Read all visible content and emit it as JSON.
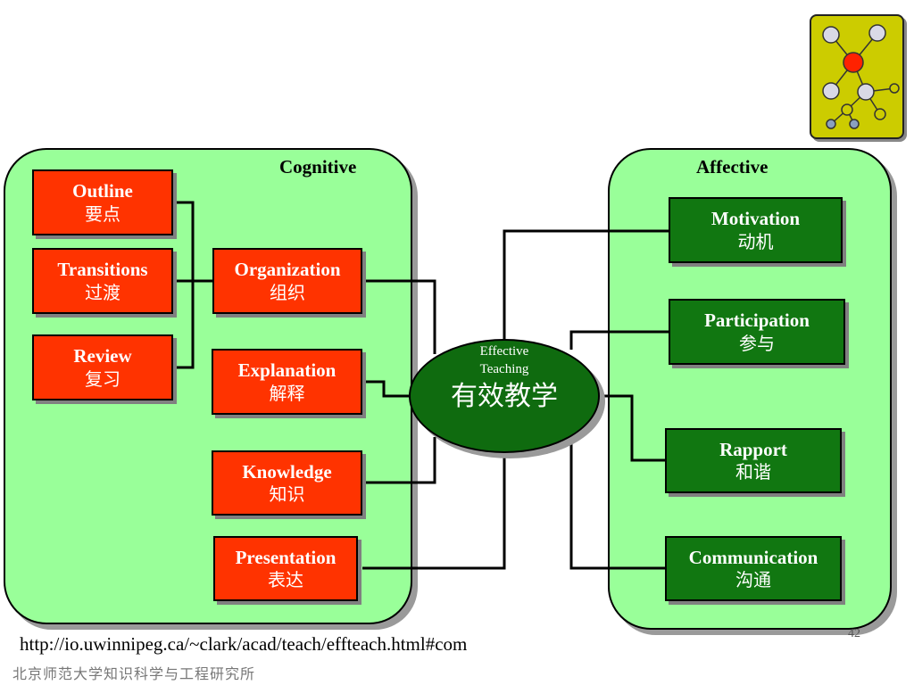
{
  "panels": {
    "cognitive": {
      "title": "Cognitive"
    },
    "affective": {
      "title": "Affective"
    }
  },
  "center": {
    "subtitle": "Effective\nTeaching",
    "title": "有效教学"
  },
  "left_boxes": [
    {
      "en": "Outline",
      "zh": "要点"
    },
    {
      "en": "Transitions",
      "zh": "过渡"
    },
    {
      "en": "Review",
      "zh": "复习"
    }
  ],
  "cognitive_boxes": [
    {
      "en": "Organization",
      "zh": "组织"
    },
    {
      "en": "Explanation",
      "zh": "解释"
    },
    {
      "en": "Knowledge",
      "zh": "知识"
    },
    {
      "en": "Presentation",
      "zh": "表达"
    }
  ],
  "affective_boxes": [
    {
      "en": "Motivation",
      "zh": "动机"
    },
    {
      "en": "Participation",
      "zh": "参与"
    },
    {
      "en": "Rapport",
      "zh": "和谐"
    },
    {
      "en": "Communication",
      "zh": "沟通"
    }
  ],
  "footer": {
    "url": "http://io.uwinnipeg.ca/~clark/acad/teach/effteach.html#com",
    "page_number": "42",
    "institution": "北京师范大学知识科学与工程研究所"
  },
  "colors": {
    "panel_bg": "#99ff99",
    "red_box": "#ff3300",
    "green_box": "#117711",
    "logo_bg": "#cccc00"
  },
  "icons": {
    "logo": "network-graph-icon"
  }
}
